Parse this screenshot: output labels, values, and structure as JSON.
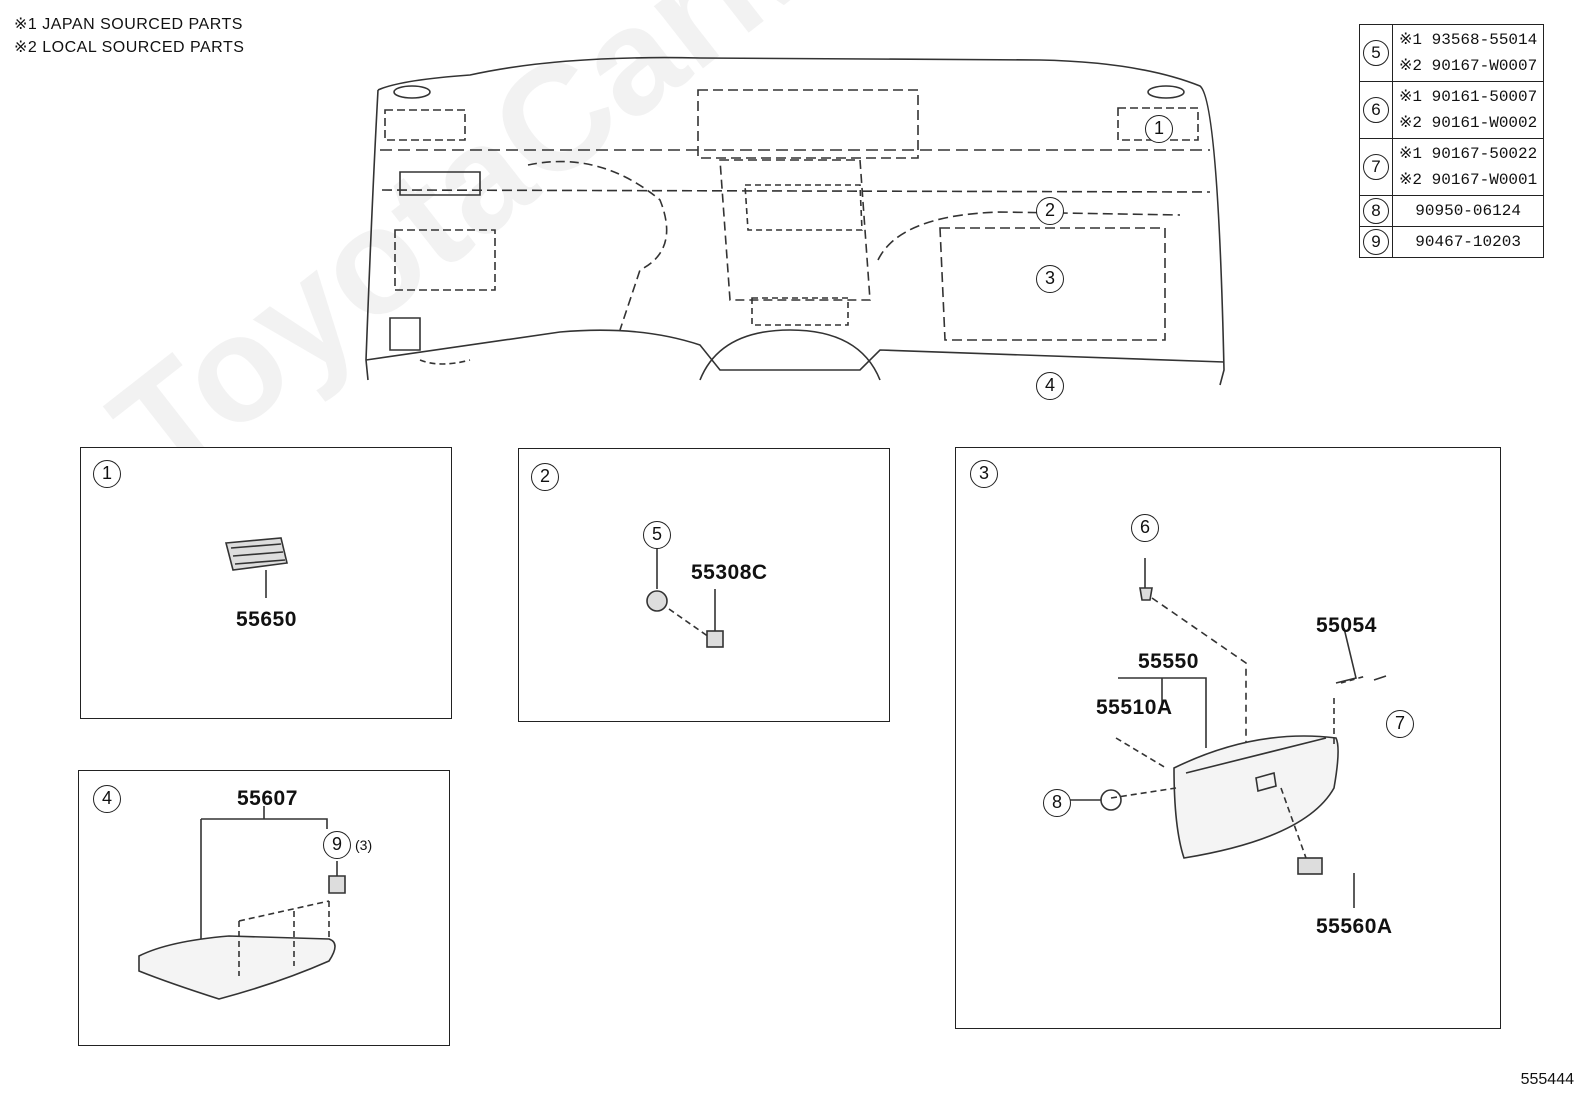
{
  "notes": [
    "※1 JAPAN SOURCED PARTS",
    "※2 LOCAL SOURCED PARTS"
  ],
  "legend": [
    {
      "ref": "5",
      "parts": [
        "※1 93568-55014",
        "※2 90167-W0007"
      ]
    },
    {
      "ref": "6",
      "parts": [
        "※1 90161-50007",
        "※2 90161-W0002"
      ]
    },
    {
      "ref": "7",
      "parts": [
        "※1 90167-50022",
        "※2 90167-W0001"
      ]
    },
    {
      "ref": "8",
      "parts": [
        "90950-06124"
      ]
    },
    {
      "ref": "9",
      "parts": [
        "90467-10203"
      ]
    }
  ],
  "dash_callouts": [
    "1",
    "2",
    "3",
    "4"
  ],
  "panels": {
    "p1": {
      "ref": "1",
      "parts": [
        "55650"
      ]
    },
    "p2": {
      "ref": "2",
      "callouts": [
        "5"
      ],
      "parts": [
        "55308C"
      ]
    },
    "p3": {
      "ref": "3",
      "callouts": [
        "6",
        "7",
        "8"
      ],
      "parts": [
        "55054",
        "55550",
        "55510A",
        "55560A"
      ]
    },
    "p4": {
      "ref": "4",
      "callouts": [
        "9"
      ],
      "qty": "(3)",
      "parts": [
        "55607"
      ]
    }
  },
  "watermark": "ToyotaCarMine.ru",
  "figure_number": "555444"
}
